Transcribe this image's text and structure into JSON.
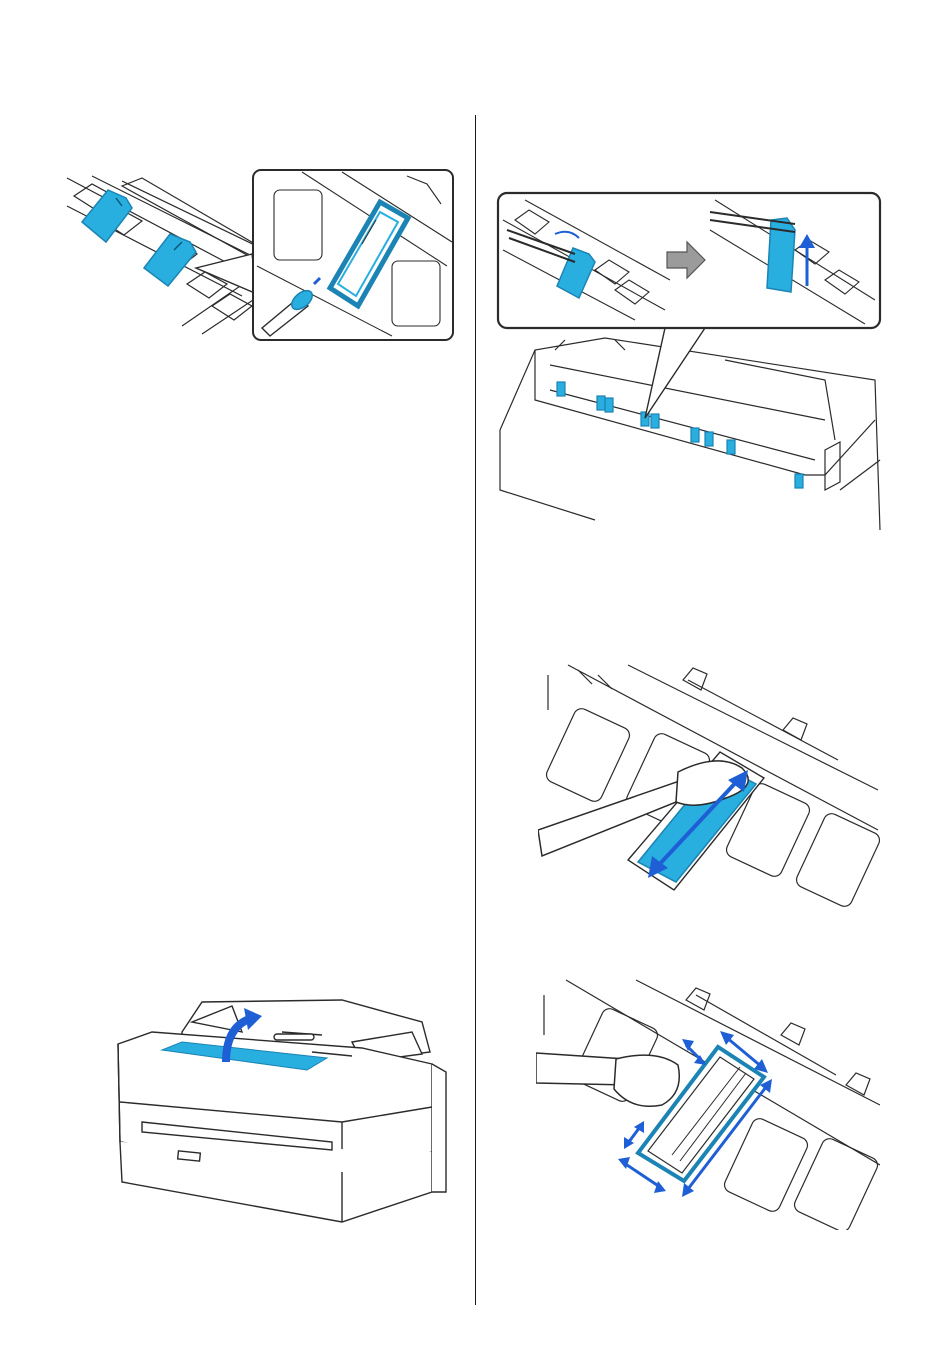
{
  "page": {
    "background": "#ffffff",
    "rule_color": "#1a1a1a"
  },
  "colors": {
    "highlight_fill": "#29aee0",
    "highlight_stroke": "#1b84b4",
    "arrow_blue": "#1f5fd6",
    "arrow_gray": "#9b9b9b",
    "line_art": "#2b2b2b"
  },
  "figures": [
    {
      "name": "swab-cleaning-pads-illustration",
      "icons": [
        "cotton-swab-icon",
        "callout-zoom-icon",
        "pad-highlight-icon"
      ]
    },
    {
      "name": "tweezers-remove-pad-illustration",
      "icons": [
        "tweezers-icon",
        "right-arrow-icon",
        "up-arrow-icon"
      ]
    },
    {
      "name": "wipe-pad-illustration",
      "icons": [
        "swab-wipe-icon",
        "double-arrow-icon"
      ]
    },
    {
      "name": "printer-open-cover-illustration",
      "icons": [
        "printer-icon",
        "curved-arrow-icon"
      ]
    },
    {
      "name": "clean-pad-edges-illustration",
      "icons": [
        "swab-wipe-icon",
        "double-arrow-icon"
      ]
    }
  ]
}
